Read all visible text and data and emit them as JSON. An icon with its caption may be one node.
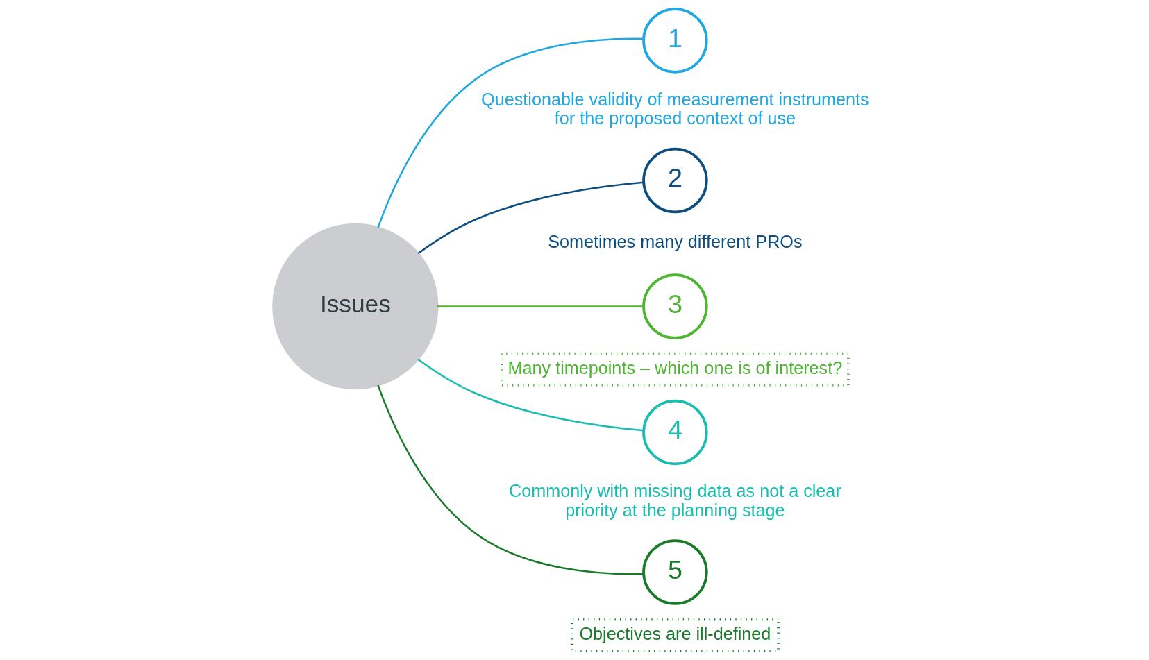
{
  "diagram": {
    "nodes": [
      {
        "text": [
          "Issues"
        ]
      },
      {
        "text": [
          "1"
        ],
        "beside": [
          "Questionable validity of measurement instruments for the proposed context of use"
        ]
      },
      {
        "text": [
          "2"
        ],
        "beside": [
          "Sometimes many different PROs"
        ]
      },
      {
        "text": [
          "3"
        ]
      },
      {
        "text": [
          "Many timepoints – which one is of interest?"
        ]
      },
      {
        "text": [
          "4"
        ],
        "beside": [
          "Commonly with missing data as not a clear priority at the planning stage"
        ]
      },
      {
        "text": [
          "5"
        ]
      },
      {
        "text": [
          "Objectives are ill-defined"
        ]
      }
    ],
    "edges": [
      {
        "from": 0,
        "to": 1,
        "arrow": "none",
        "color": "#1ea7e1"
      },
      {
        "from": 0,
        "to": 2,
        "arrow": "none",
        "color": "#0e4d80"
      },
      {
        "from": 0,
        "to": 3,
        "arrow": "none",
        "color": "#4db52f"
      },
      {
        "from": 0,
        "to": 5,
        "arrow": "none",
        "color": "#1abcb0"
      },
      {
        "from": 0,
        "to": 6,
        "arrow": "none",
        "color": "#1a7a2a"
      }
    ]
  }
}
